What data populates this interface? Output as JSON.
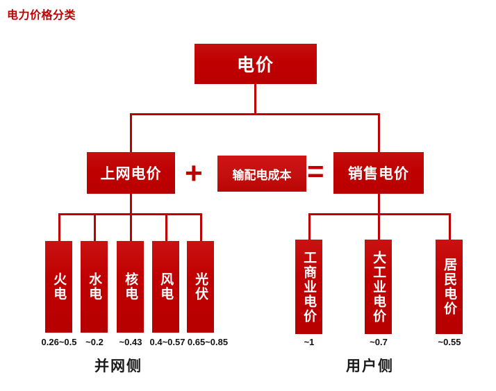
{
  "title": "电力价格分类",
  "colors": {
    "box_red": "#C00000",
    "accent_red": "#CC0000",
    "title_red": "#C00000",
    "line_red": "#C00000",
    "box_text": "#FFFFFF",
    "value_text": "#111111",
    "background": "#FFFFFF"
  },
  "root": {
    "label": "电价"
  },
  "formula": {
    "left": "上网电价",
    "plus": "+",
    "middle": "输配电成本",
    "equals": "=",
    "right": "销售电价"
  },
  "grid_side": {
    "group_label": "并网侧",
    "items": [
      {
        "label": "火电",
        "value": "0.26~0.5"
      },
      {
        "label": "水电",
        "value": "~0.2"
      },
      {
        "label": "核电",
        "value": "~0.43"
      },
      {
        "label": "风电",
        "value": "0.4~0.57"
      },
      {
        "label": "光伏",
        "value": "0.65~0.85"
      }
    ]
  },
  "user_side": {
    "group_label": "用户侧",
    "items": [
      {
        "label": "工商业电价",
        "value": "~1"
      },
      {
        "label": "大工业电价",
        "value": "~0.7"
      },
      {
        "label": "居民电价",
        "value": "~0.55"
      }
    ]
  }
}
